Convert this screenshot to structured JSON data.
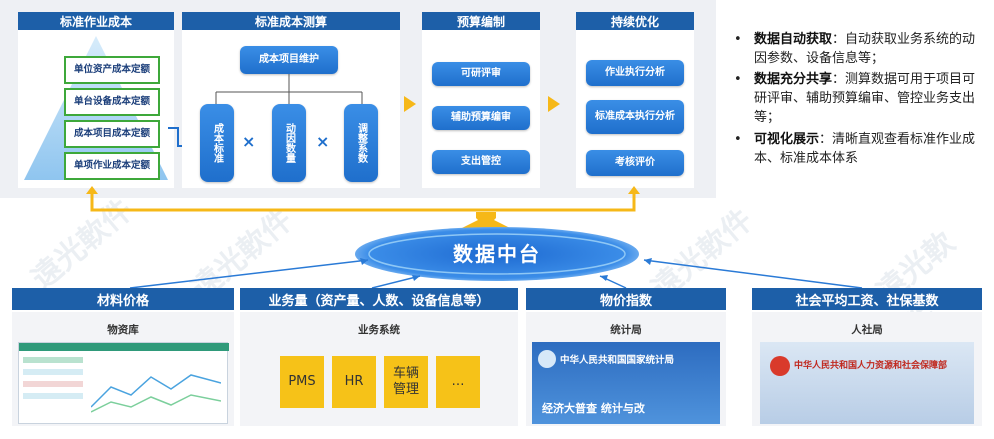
{
  "panels": {
    "p1": {
      "title": "标准作业成本",
      "items": [
        "单位资产成本定额",
        "单台设备成本定额",
        "成本项目成本定额",
        "单项作业成本定额"
      ]
    },
    "p2": {
      "title": "标准成本测算",
      "top": "成本项目维护",
      "factors": [
        "成本标准",
        "动因数量",
        "调整系数"
      ],
      "op": "×"
    },
    "p3": {
      "title": "预算编制",
      "items": [
        "可研评审",
        "辅助预算编审",
        "支出管控"
      ]
    },
    "p4": {
      "title": "持续优化",
      "items": [
        "作业执行分析",
        "标准成本执行分析",
        "考核评价"
      ]
    }
  },
  "bullets": [
    {
      "head": "数据自动获取",
      "body": "：自动获取业务系统的动因参数、设备信息等；"
    },
    {
      "head": "数据充分共享",
      "body": "：测算数据可用于项目可研评审、辅助预算编审、管控业务支出等；"
    },
    {
      "head": "可视化展示",
      "body": "：清晰直观查看标准作业成本、标准成本体系"
    }
  ],
  "center": {
    "label": "数据中台"
  },
  "sources": [
    {
      "title": "材料价格",
      "sub": "物资库"
    },
    {
      "title": "业务量（资产量、人数、设备信息等）",
      "sub": "业务系统",
      "systems": [
        "PMS",
        "HR",
        "车辆管理",
        "…"
      ]
    },
    {
      "title": "物价指数",
      "sub": "统计局",
      "banner": "中华人民共和国国家统计局",
      "banner2": "经济大普查 统计与改"
    },
    {
      "title": "社会平均工资、社保基数",
      "sub": "人社局",
      "banner": "中华人民共和国人力资源和社会保障部"
    }
  ],
  "watermark": "遠光軟件",
  "colors": {
    "header": "#1d5fa8",
    "button": "#1f6fcc",
    "accent": "#f6b818",
    "pyramid": "#3ea83a"
  }
}
